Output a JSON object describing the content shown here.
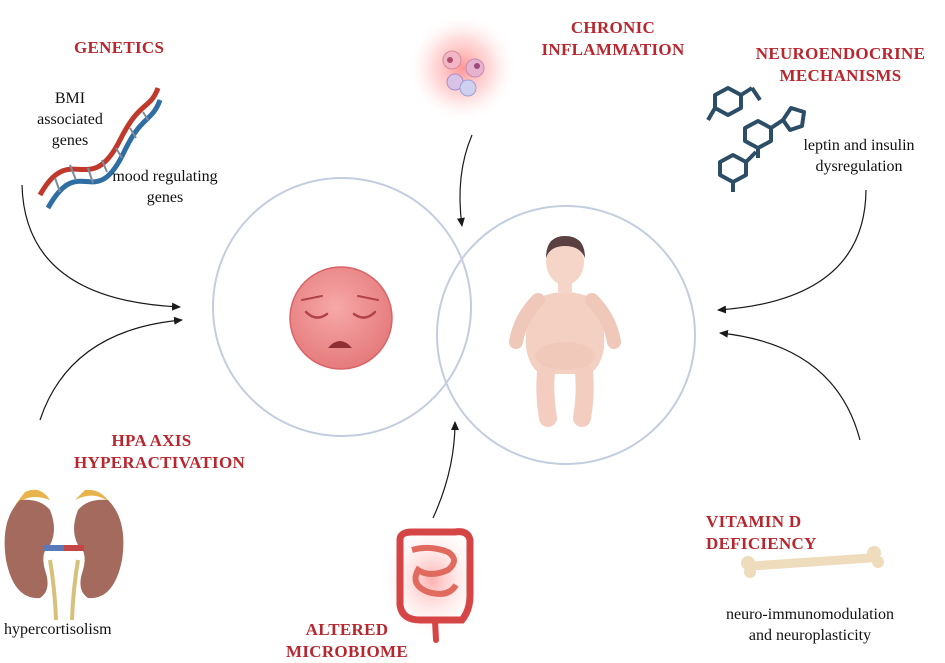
{
  "factors": {
    "genetics": {
      "title": "GENETICS",
      "labels": [
        "BMI",
        "associated",
        "genes",
        "mood regulating",
        "genes"
      ]
    },
    "inflammation": {
      "title_line1": "CHRONIC",
      "title_line2": "INFLAMMATION"
    },
    "neuroendocrine": {
      "title_line1": "NEUROENDOCRINE",
      "title_line2": "MECHANISMS",
      "label_line1": "leptin and insulin",
      "label_line2": "dysregulation"
    },
    "hpa": {
      "title_line1": "HPA AXIS",
      "title_line2": "HYPERACTIVATION",
      "label": "hypercortisolism"
    },
    "microbiome": {
      "title_line1": "ALTERED",
      "title_line2": "MICROBIOME"
    },
    "vitamin_d": {
      "title_line1": "VITAMIN D",
      "title_line2": "DEFICIENCY",
      "label_line1": "neuro-immunomodulation",
      "label_line2": "and neuroplasticity"
    }
  },
  "icons": {
    "sad_face": "sad-face-icon",
    "person": "person-body-icon",
    "dna": "dna-helix-icon",
    "cells": "immune-cells-icon",
    "molecules": "molecule-structure-icon",
    "kidneys": "kidneys-adrenal-icon",
    "intestine": "intestine-icon",
    "bone": "bone-icon"
  },
  "colors": {
    "title": "#b8262e",
    "circle_stroke": "#c4cde0",
    "arrow": "#1a1a1a"
  }
}
